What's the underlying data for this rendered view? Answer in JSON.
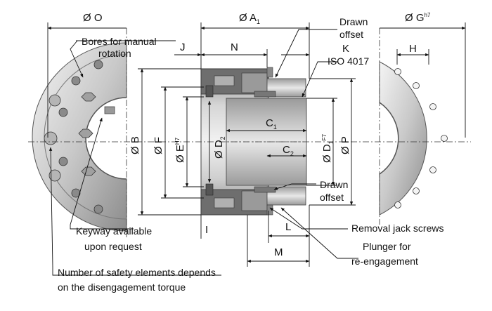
{
  "dimensions": {
    "dia_o": "Ø O",
    "dia_a": "Ø A",
    "dia_a_sub": "1",
    "dia_g": "Ø G",
    "dia_g_sup": "h7",
    "j": "J",
    "n": "N",
    "k": "K",
    "h": "H",
    "dia_b": "Ø B",
    "dia_f": "Ø F",
    "dia_e": "Ø E",
    "dia_e_sup": "H7",
    "dia_d": "Ø D",
    "dia_d_sub": "2",
    "c1": "C",
    "c1_sub": "1",
    "c2": "C",
    "c2_sub": "2",
    "dia_d1": "Ø D",
    "dia_d1_sub": "1",
    "dia_d1_sup": "F7",
    "dia_p": "Ø P",
    "i": "I",
    "l": "L",
    "m": "M"
  },
  "labels": {
    "bores_line1": "Bores for manual",
    "bores_line2": "rotation",
    "drawn_top_line1": "Drawn",
    "drawn_top_line2": "offset",
    "iso": "ISO 4017",
    "drawn_bottom_line1": "Drawn",
    "drawn_bottom_line2": "offset",
    "keyway_line1": "Keyway available",
    "keyway_line2": "upon request",
    "removal": "Removal jack screws",
    "plunger_line1": "Plunger for",
    "plunger_line2": "re-engagement",
    "safety_line1": "Number of safety elements depends",
    "safety_line2": "on the disengagement torque"
  },
  "colors": {
    "steel_light": "#e6e6e6",
    "steel_mid": "#bdbdbd",
    "steel_dark": "#7a7a7a",
    "ink": "#111111"
  }
}
